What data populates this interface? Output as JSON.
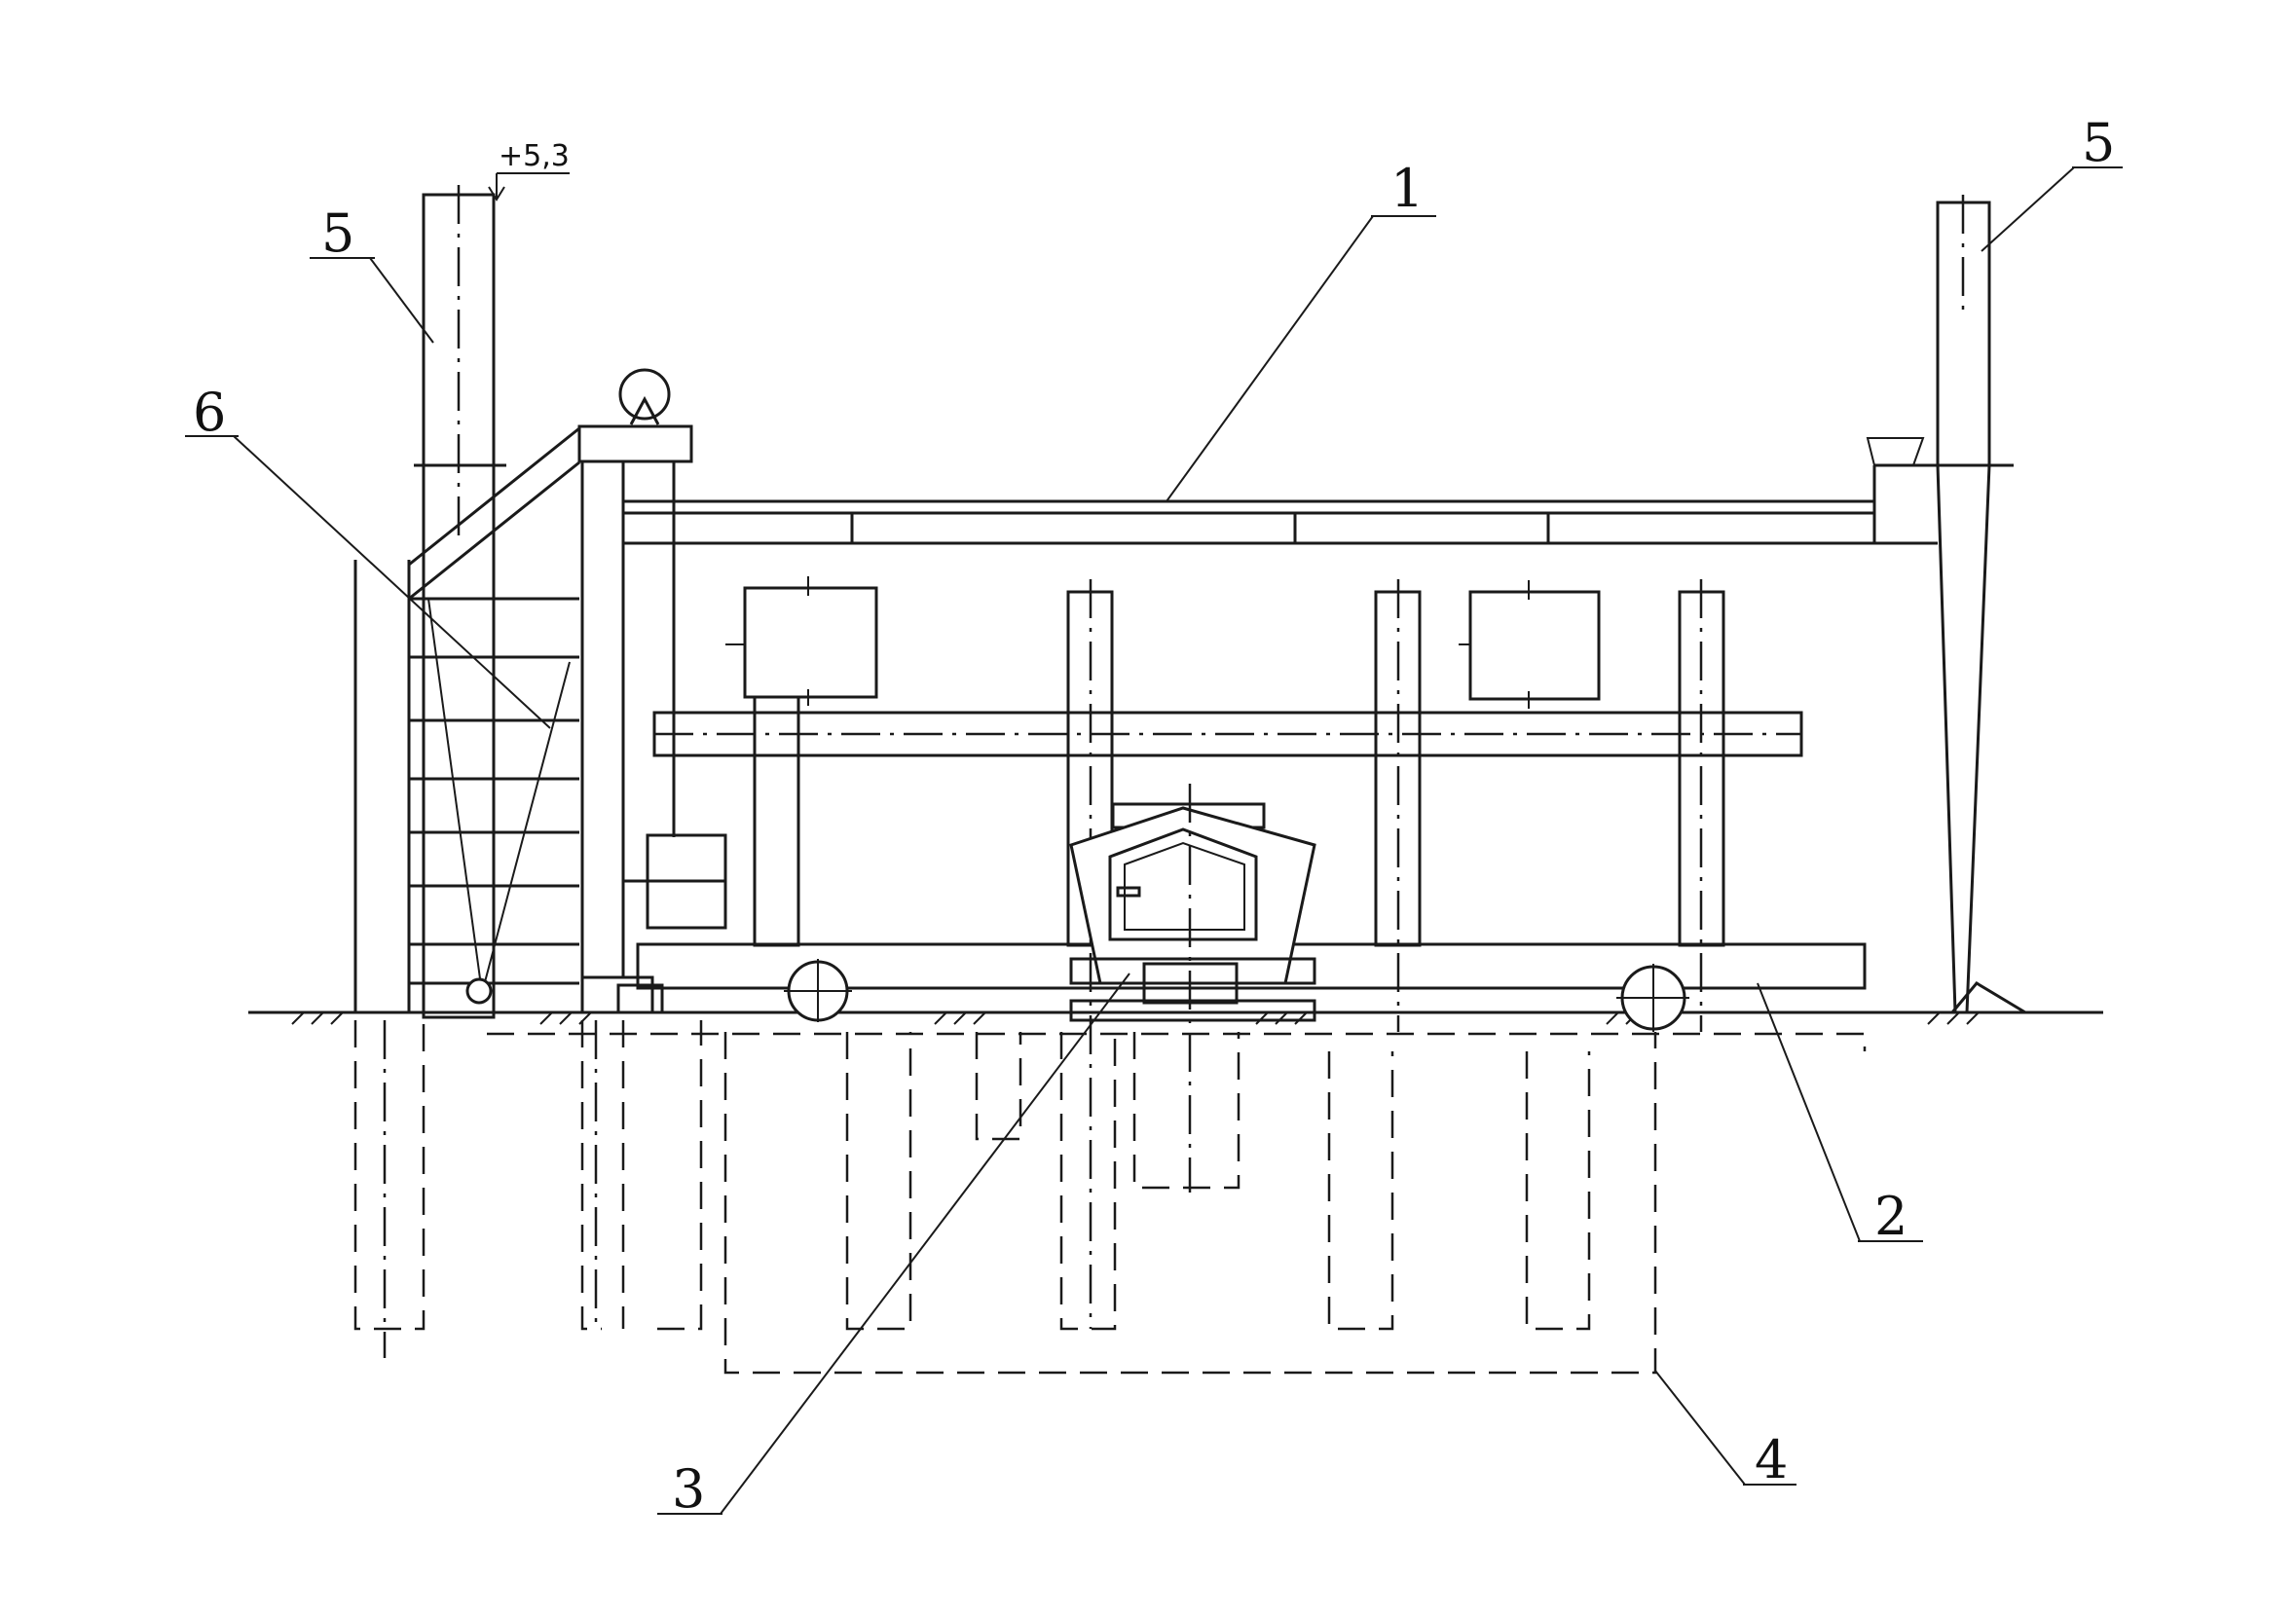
{
  "labels": {
    "l1": "1",
    "l2": "2",
    "l3": "3",
    "l4": "4",
    "l5_left": "5",
    "l5_right": "5",
    "l6": "6"
  },
  "elevation": "+5,3"
}
